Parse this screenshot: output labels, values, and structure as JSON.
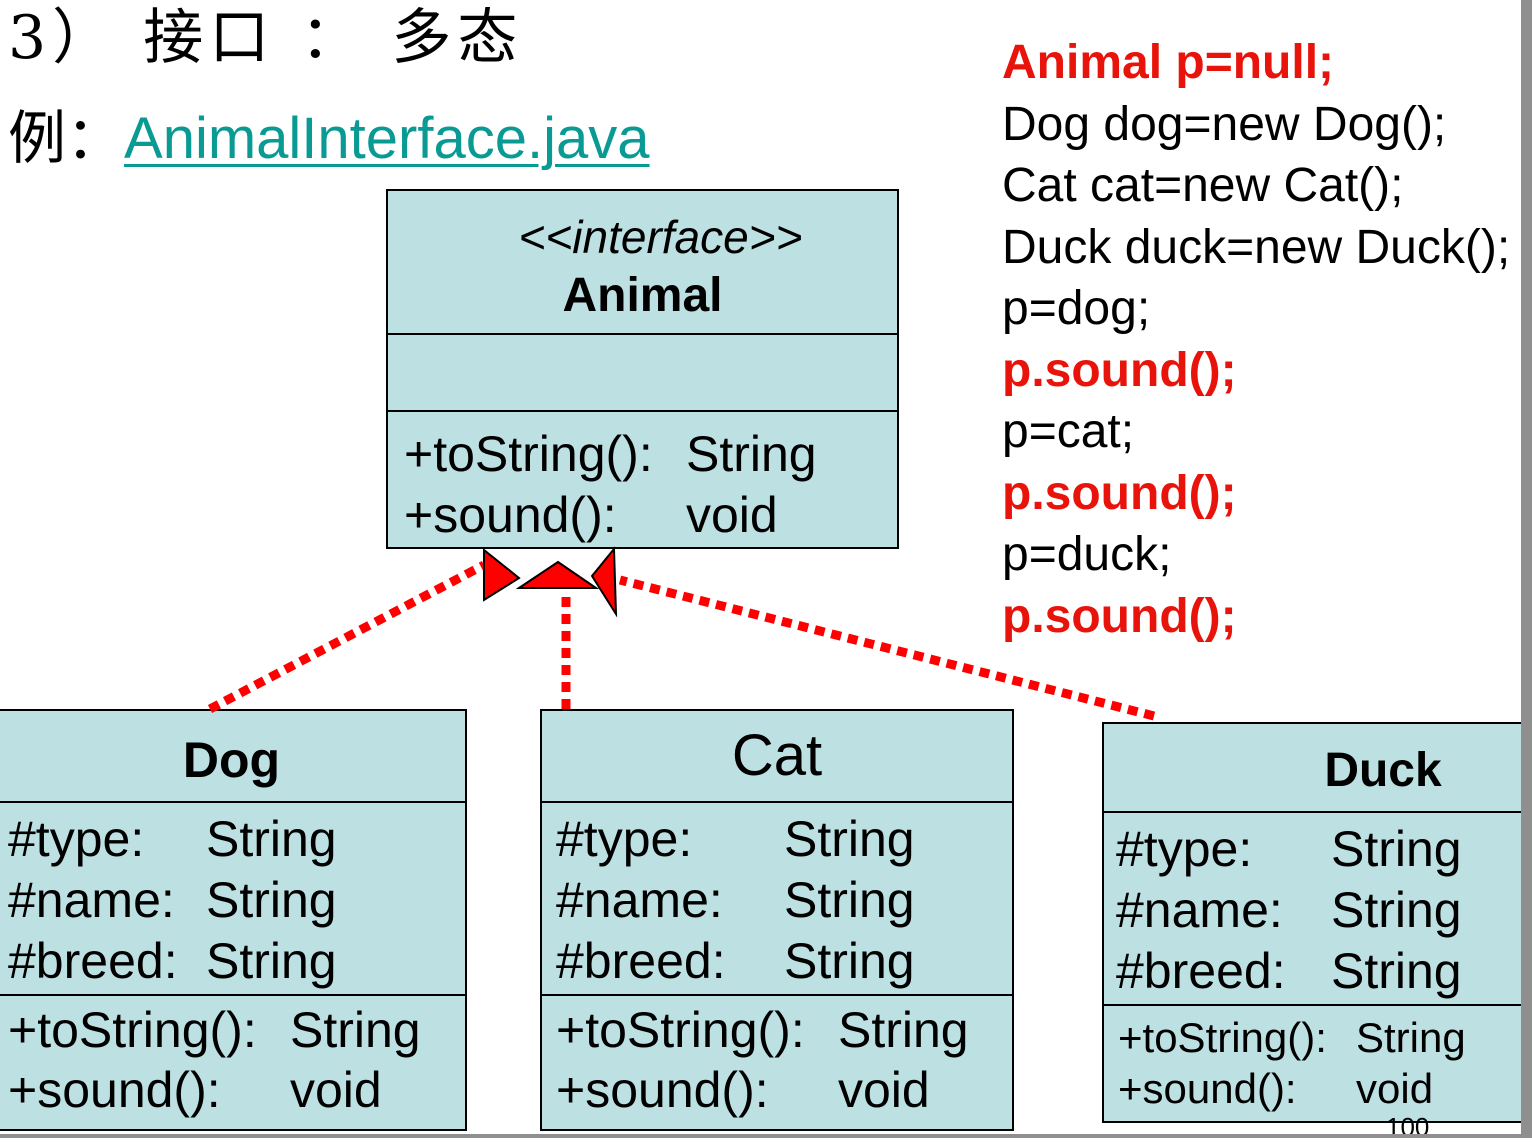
{
  "heading": "3） 接口 ： 多态",
  "example": {
    "prefix": "例：",
    "link": "AnimalInterface.java"
  },
  "code": [
    {
      "text": "Animal p=null;",
      "highlight": true
    },
    {
      "text": "Dog dog=new Dog();",
      "highlight": false
    },
    {
      "text": "Cat cat=new Cat();",
      "highlight": false
    },
    {
      "text": "Duck duck=new Duck();",
      "highlight": false
    },
    {
      "text": "p=dog;",
      "highlight": false
    },
    {
      "text": "p.sound();",
      "highlight": true
    },
    {
      "text": "p=cat;",
      "highlight": false
    },
    {
      "text": "p.sound();",
      "highlight": true
    },
    {
      "text": "p=duck;",
      "highlight": false
    },
    {
      "text": "p.sound();",
      "highlight": true
    }
  ],
  "interface": {
    "stereotype": "<<interface>>",
    "name": "Animal",
    "operations": [
      {
        "name": "+toString():",
        "type": "String"
      },
      {
        "name": "+sound():",
        "type": "void"
      }
    ]
  },
  "classes": {
    "dog": {
      "name": "Dog",
      "attributes": [
        {
          "name": "#type:",
          "type": "String"
        },
        {
          "name": "#name:",
          "type": "String"
        },
        {
          "name": "#breed:",
          "type": "String"
        }
      ],
      "operations": [
        {
          "name": "+toString():",
          "type": "String"
        },
        {
          "name": "+sound():",
          "type": "void"
        }
      ]
    },
    "cat": {
      "name": "Cat",
      "attributes": [
        {
          "name": "#type:",
          "type": "String"
        },
        {
          "name": "#name:",
          "type": "String"
        },
        {
          "name": "#breed:",
          "type": "String"
        }
      ],
      "operations": [
        {
          "name": "+toString():",
          "type": "String"
        },
        {
          "name": "+sound():",
          "type": "void"
        }
      ]
    },
    "duck": {
      "name": "Duck",
      "attributes": [
        {
          "name": "#type:",
          "type": "String"
        },
        {
          "name": "#name:",
          "type": "String"
        },
        {
          "name": "#breed:",
          "type": "String"
        }
      ],
      "operations": [
        {
          "name": "+toString():",
          "type": "String"
        },
        {
          "name": "+sound():",
          "type": "void"
        }
      ]
    }
  },
  "page_number": "100",
  "colors": {
    "class_fill": "#bde0e2",
    "highlight_red": "#e8140c",
    "link_teal": "#0a9a94",
    "arrow_red": "#ff0000"
  }
}
